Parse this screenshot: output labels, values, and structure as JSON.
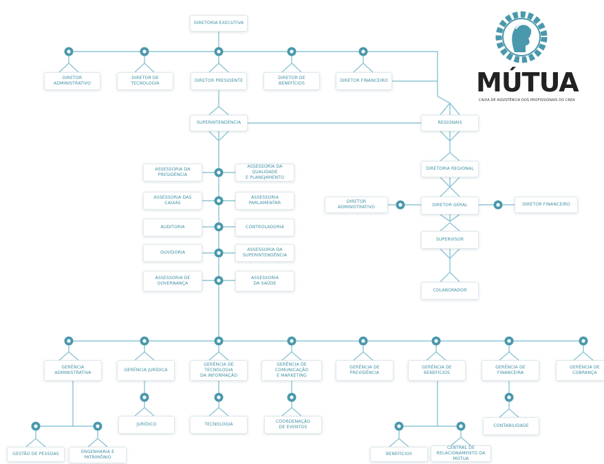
{
  "brand": {
    "name": "MÚTUA",
    "subtitle": "CAIXA DE ASSISTÊNCIA DOS PROFISSIONAIS DO CREA",
    "accent": "#3f8fa4",
    "line": "#8cc5d3",
    "dot_fill": "#4a98ac"
  },
  "nodes": {
    "executiva": "DIRETORIA EXECUTIVA",
    "dir_adm": "DIRETOR ADMINISTRATIVO",
    "dir_tec": "DIRETOR DE TECNOLOGIA",
    "dir_pres": "DIRETOR PRESIDENTE",
    "dir_ben": "DIRETOR DE BENEFÍCIOS",
    "dir_fin": "DIRETOR FINANCEIRO",
    "superint": "SUPERINTENDÊNCIA",
    "regionais": "REGIONAIS",
    "ass_pres": "ASSESSORIA DA\nPRESIDÊNCIA",
    "ass_qual": "ASSESSORIA DA QUALIDADE\nE PLANEJAMENTO",
    "ass_caixas": "ASSESSORIA DAS\nCAIXAS",
    "ass_parl": "ASSESSORIA\nPARLAMENTAR",
    "auditoria": "AUDITORIA",
    "controladoria": "CONTROLADORIA",
    "ouvidoria": "OUVIDORIA",
    "ass_super": "ASSESSORIA DA\nSUPERINTENDÊNCIA",
    "ass_gov": "ASSESSORIA DE\nGOVERNANÇA",
    "ass_saude": "ASSESSORIA\nDA SAÚDE",
    "dir_regional": "DIRETORIA REGIONAL",
    "reg_dir_adm": "DIRETOR ADMINISTRATIVO",
    "dir_geral": "DIRETOR GERAL",
    "reg_dir_fin": "DIRETOR FINANCEIRO",
    "supervisor": "SUPERVISOR",
    "colaborador": "COLABORADOR",
    "ger_adm": "GERÊNCIA\nADMINISTRATIVA",
    "ger_jur": "GERÊNCIA JURÍDICA",
    "ger_ti": "GERÊNCIA DE TECNOLOGIA\nDA INFORMAÇÃO",
    "ger_com": "GERÊNCIA DE COMUNICAÇÃO\nE MARKETING",
    "ger_prev": "GERÊNCIA DE PREVIDÊNCIA",
    "ger_ben": "GERÊNCIA DE BENEFÍCIOS",
    "ger_fin": "GERÊNCIA DE FINANCEIRA",
    "ger_cob": "GERÊNCIA DE COBRANÇA",
    "juridico": "JURÍDICO",
    "tecnologia": "TECNOLOGIA",
    "coord_eventos": "COORDENAÇÃO\nDE EVENTOS",
    "contabilidade": "CONTABILIDADE",
    "gestao_pessoas": "GESTÃO DE PESSOAS",
    "eng_patrimonio": "ENGENHARIA E\nPATRIMÔNIO",
    "beneficios": "BENEFÍCIOS",
    "central_rel": "CENTRAL DE\nRELACIONAMENTO DA MÚTUA"
  }
}
